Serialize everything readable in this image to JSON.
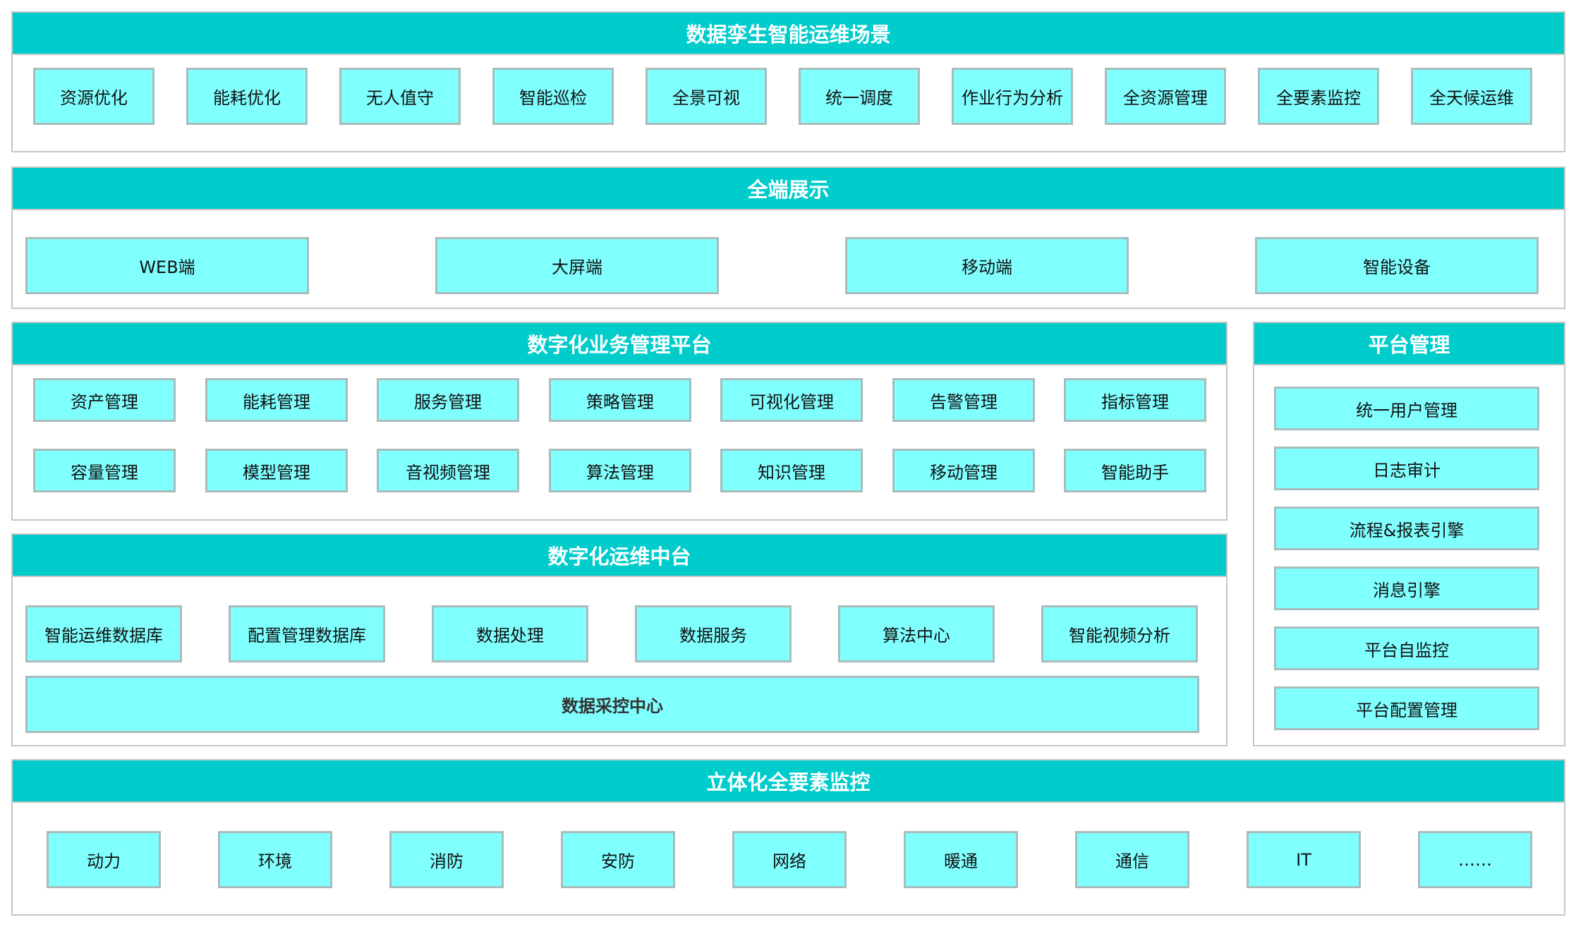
{
  "colors": {
    "header": "#00cccc",
    "header_text": "#ffffff",
    "box_fill": "#80ffff",
    "box_border": "#a9bcbc",
    "panel_border": "#c6c6c6"
  },
  "scenario": {
    "title": "数据孪生智能运维场景",
    "items": [
      "资源优化",
      "能耗优化",
      "无人值守",
      "智能巡检",
      "全景可视",
      "统一调度",
      "作业行为分析",
      "全资源管理",
      "全要素监控",
      "全天候运维"
    ]
  },
  "display": {
    "title": "全端展示",
    "items": [
      "WEB端",
      "大屏端",
      "移动端",
      "智能设备"
    ]
  },
  "business": {
    "title": "数字化业务管理平台",
    "row1": [
      "资产管理",
      "能耗管理",
      "服务管理",
      "策略管理",
      "可视化管理",
      "告警管理",
      "指标管理"
    ],
    "row2": [
      "容量管理",
      "模型管理",
      "音视频管理",
      "算法管理",
      "知识管理",
      "移动管理",
      "智能助手"
    ]
  },
  "platform": {
    "title": "平台管理",
    "items": [
      "统一用户管理",
      "日志审计",
      "流程&报表引擎",
      "消息引擎",
      "平台自监控",
      "平台配置管理"
    ]
  },
  "ops": {
    "title": "数字化运维中台",
    "items": [
      "智能运维数据库",
      "配置管理数据库",
      "数据处理",
      "数据服务",
      "算法中心",
      "智能视频分析"
    ],
    "bottom": "数据采控中心"
  },
  "monitor": {
    "title": "立体化全要素监控",
    "items": [
      "动力",
      "环境",
      "消防",
      "安防",
      "网络",
      "暖通",
      "通信",
      "IT",
      "……"
    ]
  }
}
